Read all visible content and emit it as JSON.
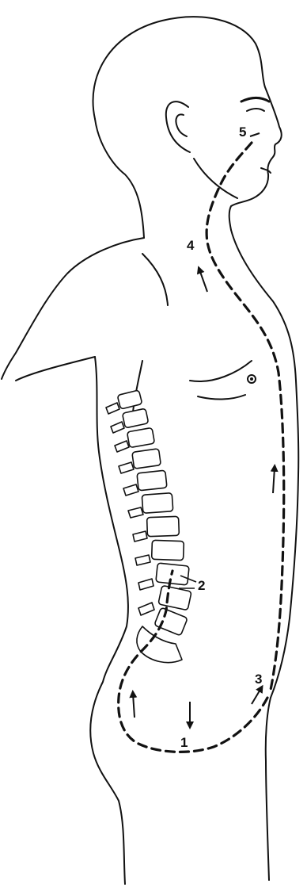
{
  "colors": {
    "ink": "#111111",
    "paper": "#ffffff"
  },
  "labels": {
    "one": "1",
    "two": "2",
    "three": "3",
    "four": "4",
    "five": "5"
  }
}
